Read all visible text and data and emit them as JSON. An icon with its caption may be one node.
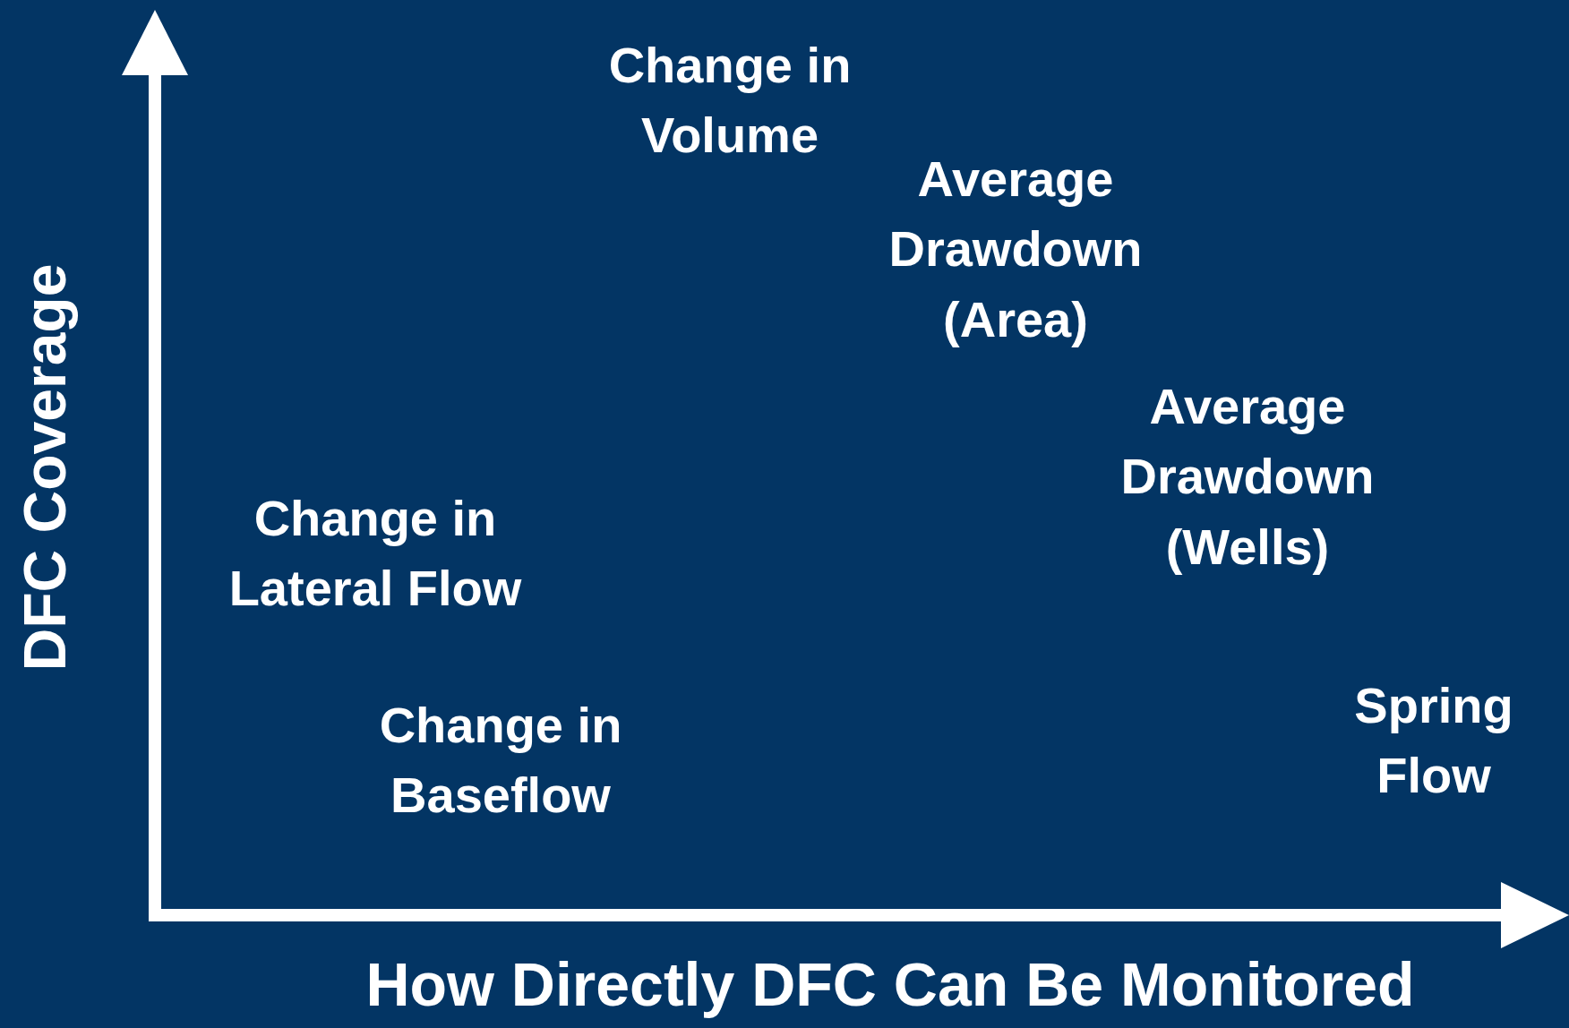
{
  "diagram": {
    "labels": [
      "Change in Volume",
      "Average Drawdown (Area)",
      "Average Drawdown (Wells)",
      "DFC Coverage",
      "Change in Lateral Flow",
      "Spring Flow",
      "Change in Baseflow",
      "How Directly DFC Can Be Monitored"
    ]
  }
}
